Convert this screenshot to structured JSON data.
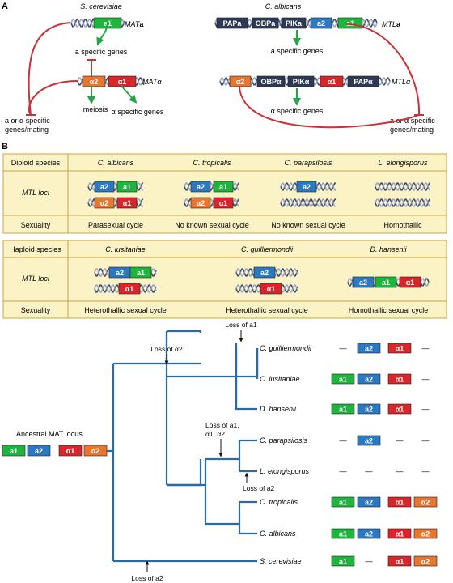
{
  "panel_labels": {
    "a": "A",
    "b": "B"
  },
  "panelA": {
    "scer": {
      "species": "S. cerevisiae",
      "loc_a_prefix": "MAT",
      "loc_a_suffix": "a",
      "loc_alpha": "MATα",
      "a_specific": "a specific genes",
      "meiosis": "meiosis",
      "alpha_specific": "α specific genes",
      "mating_line1": "a or α specific",
      "mating_line2": "genes/mating"
    },
    "calb": {
      "species": "C. albicans",
      "loc_a_prefix": "MTL",
      "loc_a_suffix": "a",
      "loc_alpha": "MTLα",
      "a_specific": "a specific genes",
      "alpha_specific": "α specific genes",
      "mating_line1": "a or α specific",
      "mating_line2": "genes/mating"
    },
    "gene_labels": {
      "a1": "a1",
      "a2": "a2",
      "alpha1": "α1",
      "alpha2": "α2",
      "PAPa": "PAPa",
      "OBPa": "OBPa",
      "PIKa": "PIKa",
      "PAPalpha": "PAPα",
      "OBPalpha": "OBPα",
      "PIKalpha": "PIKα"
    }
  },
  "panelB": {
    "diploid": {
      "header": "Diploid species",
      "species": [
        "C. albicans",
        "C. tropicalis",
        "C. parapsilosis",
        "L. elongisporus"
      ],
      "loci_label": "MTL loci",
      "sexuality_label": "Sexuality",
      "sexuality": [
        "Parasexual cycle",
        "No known sexual cycle",
        "No known sexual cycle",
        "Homothallic"
      ]
    },
    "haploid": {
      "header": "Haploid species",
      "species": [
        "C. lusitaniae",
        "C. guilliermondii",
        "D. hansenii"
      ],
      "loci_label": "MTL loci",
      "sexuality_label": "Sexuality",
      "sexuality": [
        "Heterothallic sexual cycle",
        "Heterothallic sexual cycle",
        "Homothallic sexual cycle"
      ]
    }
  },
  "tree": {
    "ancestral_label": "Ancestral MAT locus",
    "losses": {
      "top_a2": "Loss of α2",
      "top_a1": "Loss of a1",
      "para_line1": "Loss of a1,",
      "para_line2": "α1, α2",
      "lelong": "Loss of a2",
      "bottom": "Loss of a2"
    },
    "dash": "—",
    "taxa": [
      {
        "name": "C. guilliermondii",
        "genes": [
          null,
          "a2",
          "α1",
          null
        ]
      },
      {
        "name": "C. lusitaniae",
        "genes": [
          "a1",
          "a2",
          "α1",
          null
        ]
      },
      {
        "name": "D. hansenii",
        "genes": [
          "a1",
          "a2",
          "α1",
          null
        ]
      },
      {
        "name": "C. parapsilosis",
        "genes": [
          null,
          "a2",
          null,
          null
        ]
      },
      {
        "name": "L. elongisporus",
        "genes": [
          null,
          null,
          null,
          null
        ]
      },
      {
        "name": "C. tropicalis",
        "genes": [
          "a1",
          "a2",
          "α1",
          "α2"
        ]
      },
      {
        "name": "C. albicans",
        "genes": [
          "a1",
          "a2",
          "α1",
          "α2"
        ]
      },
      {
        "name": "S. cerevisiae",
        "genes": [
          "a1",
          null,
          "α1",
          "α2"
        ]
      }
    ],
    "ancestral_genes": [
      "a1",
      "a2",
      "α1",
      "α2"
    ]
  },
  "colors": {
    "a1": "#1db53b",
    "a2": "#2b79c2",
    "alpha1": "#d8262a",
    "alpha2": "#e8762e",
    "dark_gene": "#2e3a55",
    "red_line": "#cf2f37",
    "green_arrow": "#26a64b",
    "tree_blue": "#2a6aa6",
    "table_fill": "#fbf2c6",
    "table_border": "#c9a640"
  }
}
